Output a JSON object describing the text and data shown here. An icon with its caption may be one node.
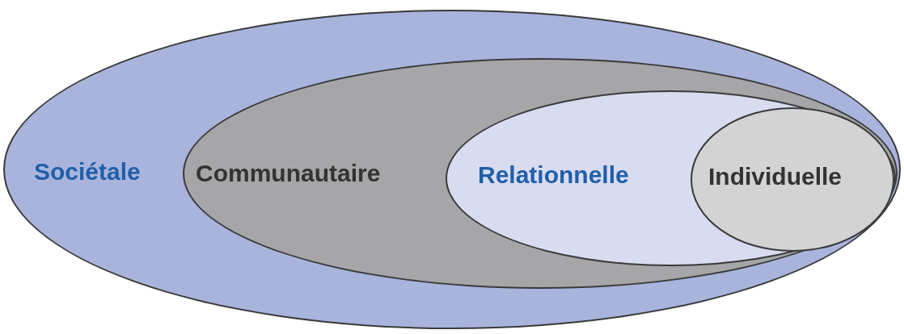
{
  "diagram": {
    "nodes": [
      {
        "text": [
          "Sociétale"
        ]
      },
      {
        "text": [
          "Communautaire"
        ],
        "in": 0
      },
      {
        "text": [
          "Relationnelle"
        ],
        "in": 1
      },
      {
        "text": [
          "Individuelle"
        ],
        "in": 2
      }
    ]
  }
}
